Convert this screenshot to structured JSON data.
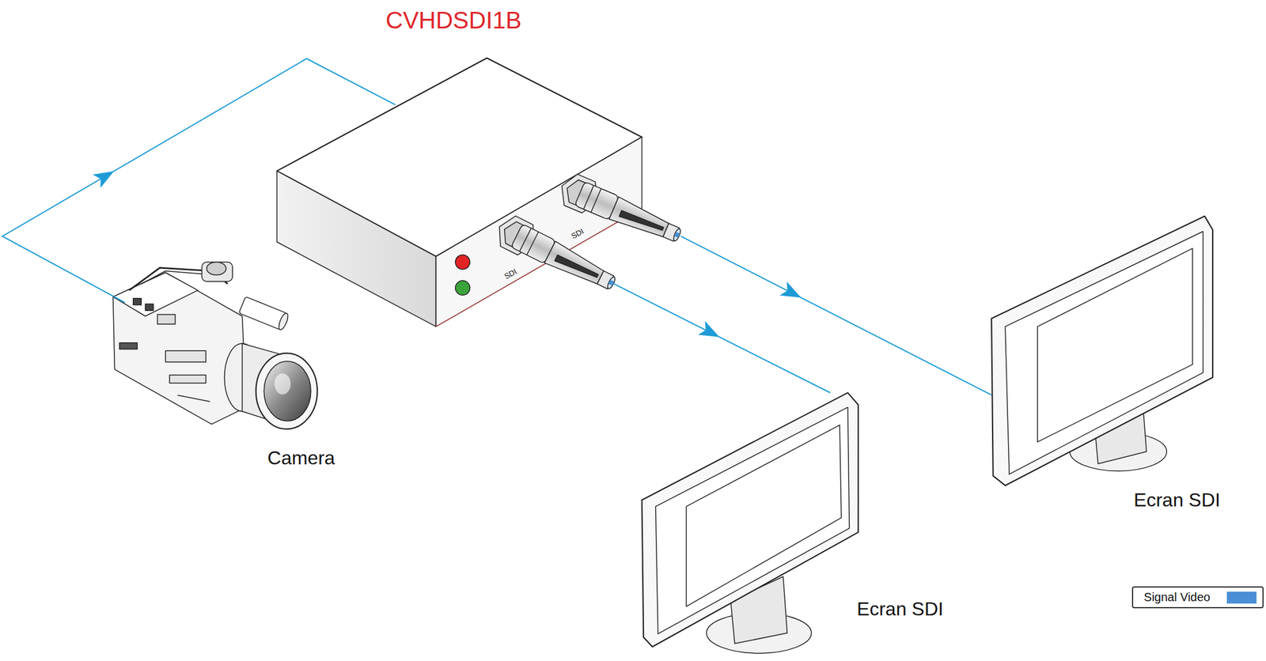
{
  "diagram": {
    "nodes": [
      {
        "text": [
          "CVHDSDI1B"
        ]
      },
      {
        "text": [
          "Camera"
        ]
      },
      {
        "text": [
          "Ecran SDI"
        ]
      },
      {
        "text": [
          "Ecran SDI"
        ]
      }
    ],
    "edges": [
      {
        "from": 1,
        "to": 0,
        "arrow": "to"
      },
      {
        "from": 0,
        "to": 3,
        "arrow": "to"
      },
      {
        "from": 0,
        "to": 2,
        "arrow": "to"
      }
    ],
    "labels": [
      "SDI",
      "SDI"
    ],
    "legend": [
      {
        "text": "Signal Video",
        "color": "#4a8fd6"
      }
    ]
  }
}
